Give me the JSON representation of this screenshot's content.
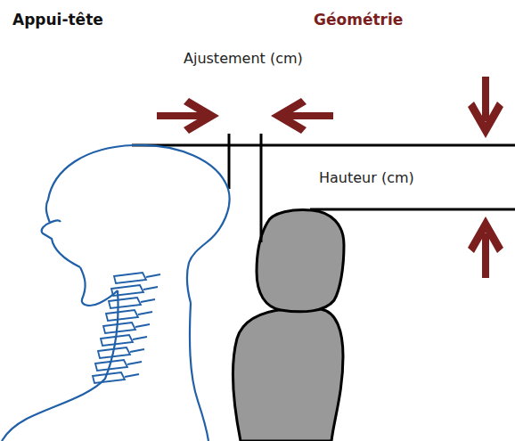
{
  "diagram": {
    "title": "Appui-tête",
    "labels": [
      "Géométrie",
      "Ajustement (cm)",
      "Hauteur (cm)"
    ]
  }
}
